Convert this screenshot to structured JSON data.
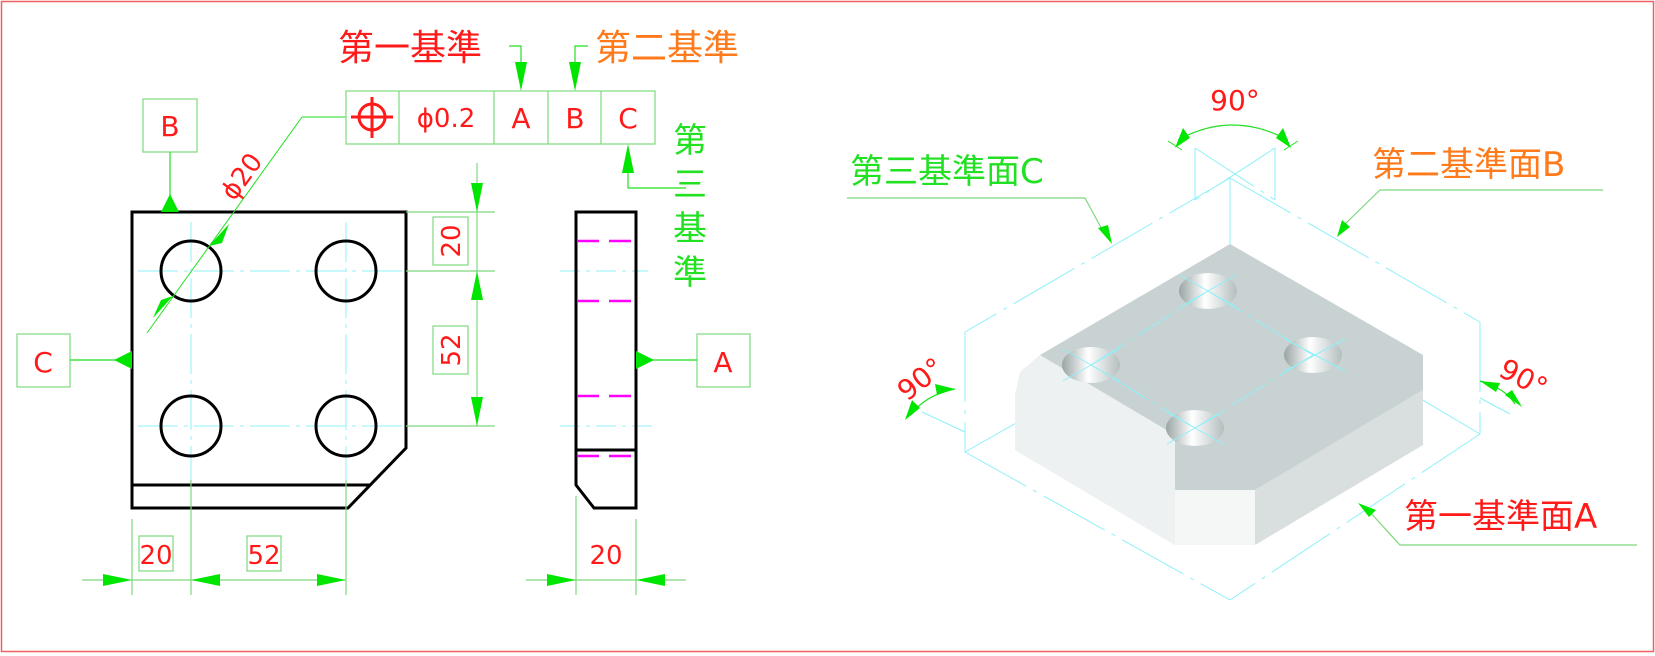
{
  "colors": {
    "frame": "#f06060",
    "outline": "#000000",
    "centerline": "#8ef0f8",
    "leader": "#22e022",
    "dim_box": "#7fd87f",
    "primary_text": "#ff1a1a",
    "secondary_text": "#ff7a1a",
    "tertiary_text": "#22e022",
    "hidden_line": "#ff00ff",
    "solid_top": "#c9d2d2",
    "solid_side_light": "#f2f4f4",
    "solid_side_dark": "#dde2e2"
  },
  "feature_control_frame": {
    "symbol": "position-icon",
    "tolerance": "ϕ0.2",
    "datums": [
      "A",
      "B",
      "C"
    ]
  },
  "datum_labels": {
    "primary": "第一基準",
    "secondary": "第二基準",
    "tertiary_chars": [
      "第",
      "三",
      "基",
      "準"
    ]
  },
  "datum_flags": {
    "B": "B",
    "C": "C",
    "A": "A"
  },
  "dimensions": {
    "hole_diameter": "ϕ20",
    "top_offset": "20",
    "vertical_pitch": "52",
    "left_offset": "20",
    "horizontal_pitch": "52",
    "thickness": "20"
  },
  "isometric": {
    "angle_top": "90°",
    "angle_left": "90°",
    "angle_right": "90°",
    "plane_c_label": "第三基準面C",
    "plane_b_label": "第二基準面B",
    "plane_a_label": "第一基準面A"
  }
}
